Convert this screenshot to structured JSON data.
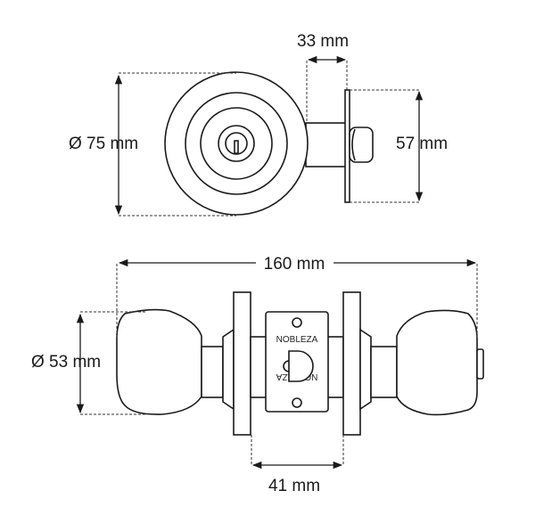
{
  "top_view": {
    "diameter_label": "Ø 75 mm",
    "backset_label": "33 mm",
    "faceplate_height_label": "57 mm"
  },
  "front_view": {
    "overall_length_label": "160 mm",
    "knob_diameter_label": "Ø 53 mm",
    "door_thickness_label": "41 mm",
    "brand_text": "NOBLEZA",
    "brand_text_inverted": "NOBLEZA"
  }
}
